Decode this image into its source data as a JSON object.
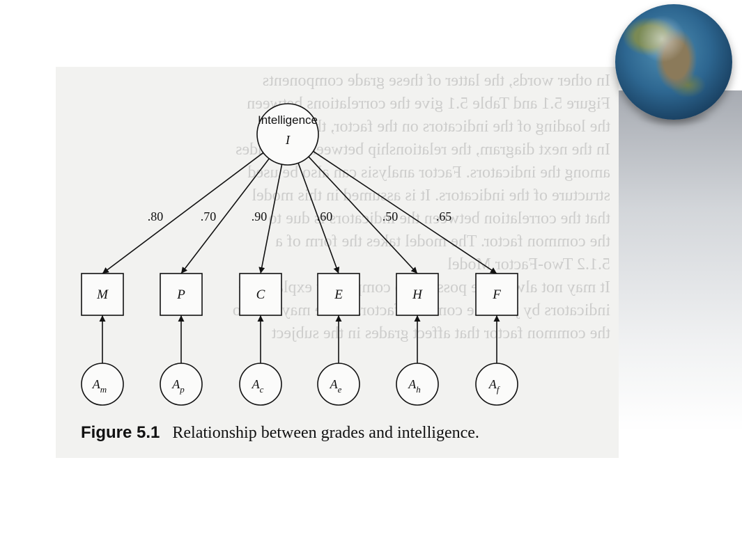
{
  "slide": {
    "figure_number": "Figure 5.1",
    "figure_caption": "Relationship between grades and intelligence."
  },
  "diagram": {
    "factor": {
      "name": "Intelligence",
      "symbol": "I"
    },
    "indicators": [
      {
        "symbol": "M",
        "loading": ".80",
        "error_base": "A",
        "error_sub": "m"
      },
      {
        "symbol": "P",
        "loading": ".70",
        "error_base": "A",
        "error_sub": "p"
      },
      {
        "symbol": "C",
        "loading": ".90",
        "error_base": "A",
        "error_sub": "c"
      },
      {
        "symbol": "E",
        "loading": ".60",
        "error_base": "A",
        "error_sub": "e"
      },
      {
        "symbol": "H",
        "loading": ".50",
        "error_base": "A",
        "error_sub": "h"
      },
      {
        "symbol": "F",
        "loading": ".65",
        "error_base": "A",
        "error_sub": "f"
      }
    ]
  },
  "bleed_through": {
    "lines": [
      "In other words, the latter of these grade components",
      "Figure 5.1 and Table 5.1 give the correlations between",
      "the loading of the indicators on the factor, that is the",
      "In the next diagram, the relationship between the grades",
      "among the indicators. Factor analysis can also be used",
      "structure of the indicators. It is assumed in this model",
      "that the correlation between the indicators is due to",
      "the common factor. The model takes the form of a",
      "5.1.2 Two-Factor Model",
      "It may not always be possible to completely explain the",
      "indicators by just one common factor. There may be two",
      "the common factor that affect grades in the subject"
    ]
  },
  "decor": {
    "globe": "globe-icon"
  }
}
